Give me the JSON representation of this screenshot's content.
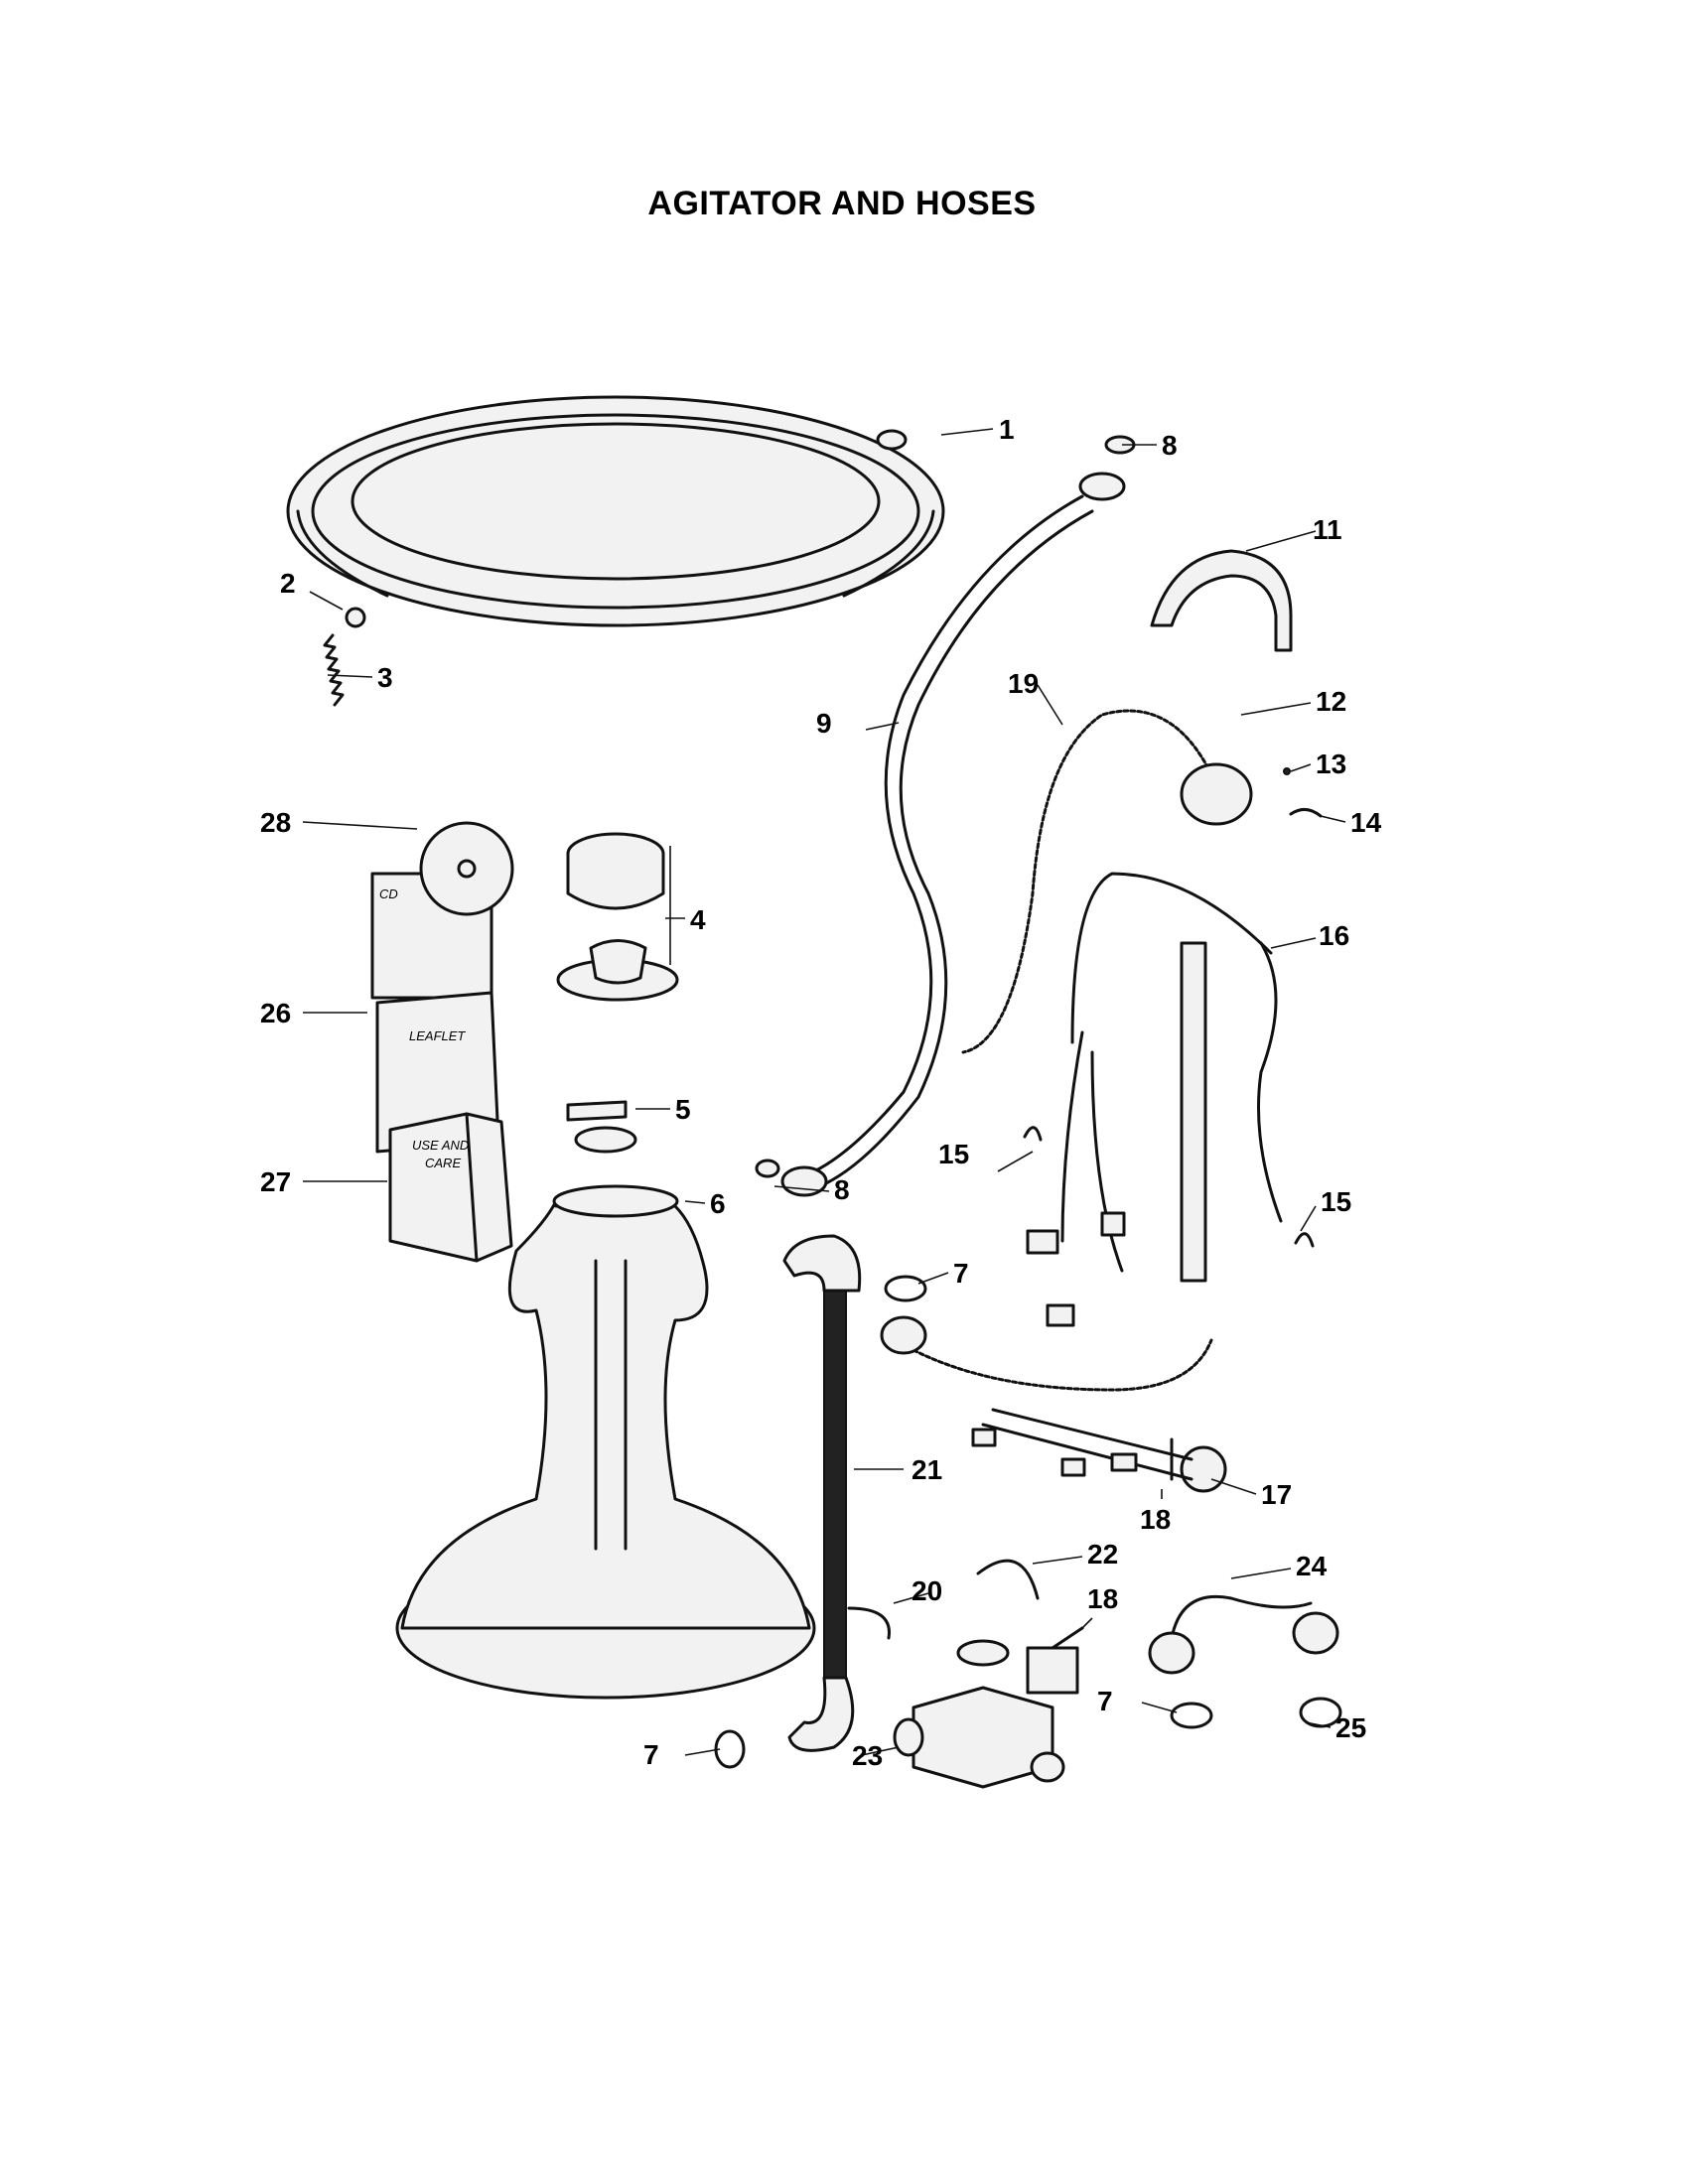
{
  "title": "AGITATOR AND HOSES",
  "callouts": [
    {
      "id": "c1",
      "text": "1"
    },
    {
      "id": "c2",
      "text": "2"
    },
    {
      "id": "c3",
      "text": "3"
    },
    {
      "id": "c4",
      "text": "4"
    },
    {
      "id": "c5",
      "text": "5"
    },
    {
      "id": "c6",
      "text": "6"
    },
    {
      "id": "c7a",
      "text": "7"
    },
    {
      "id": "c7b",
      "text": "7"
    },
    {
      "id": "c7c",
      "text": "7"
    },
    {
      "id": "c8a",
      "text": "8"
    },
    {
      "id": "c8b",
      "text": "8"
    },
    {
      "id": "c9",
      "text": "9"
    },
    {
      "id": "c11",
      "text": "11"
    },
    {
      "id": "c12",
      "text": "12"
    },
    {
      "id": "c13",
      "text": "13"
    },
    {
      "id": "c14",
      "text": "14"
    },
    {
      "id": "c15a",
      "text": "15"
    },
    {
      "id": "c15b",
      "text": "15"
    },
    {
      "id": "c16",
      "text": "16"
    },
    {
      "id": "c17",
      "text": "17"
    },
    {
      "id": "c18a",
      "text": "18"
    },
    {
      "id": "c18b",
      "text": "18"
    },
    {
      "id": "c19",
      "text": "19"
    },
    {
      "id": "c20",
      "text": "20"
    },
    {
      "id": "c21",
      "text": "21"
    },
    {
      "id": "c22",
      "text": "22"
    },
    {
      "id": "c23",
      "text": "23"
    },
    {
      "id": "c24",
      "text": "24"
    },
    {
      "id": "c25",
      "text": "25"
    },
    {
      "id": "c26",
      "text": "26"
    },
    {
      "id": "c27",
      "text": "27"
    },
    {
      "id": "c28",
      "text": "28"
    }
  ],
  "booklets": {
    "cd_label": "CD",
    "leaflet_label": "LEAFLET",
    "manual_line1": "USE AND",
    "manual_line2": "CARE"
  }
}
